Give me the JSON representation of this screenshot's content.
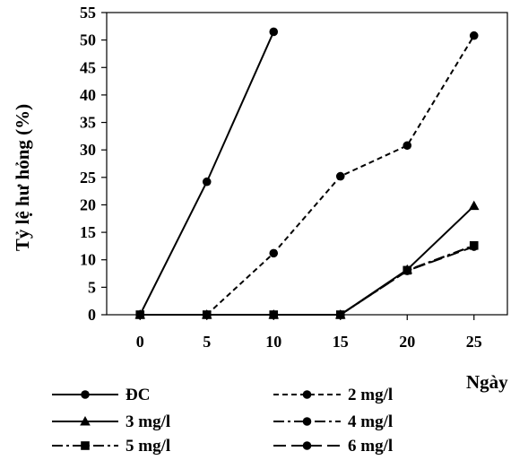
{
  "chart_data": {
    "type": "line",
    "title": "",
    "xlabel": "Ngày",
    "ylabel": "Tỷ lệ hư hỏng (%)",
    "x": [
      0,
      5,
      10,
      15,
      20,
      25
    ],
    "xlim": [
      -2.5,
      27.5
    ],
    "ylim": [
      0,
      55
    ],
    "yticks": [
      0,
      5,
      10,
      15,
      20,
      25,
      30,
      35,
      40,
      45,
      50,
      55
    ],
    "grid": false,
    "legend_position": "bottom",
    "series": [
      {
        "name": "ĐC",
        "x": [
          0,
          5,
          10
        ],
        "values": [
          0,
          24.2,
          51.5
        ],
        "dash": "solid",
        "marker": "circle",
        "color": "#000000"
      },
      {
        "name": "2 mg/l",
        "x": [
          5,
          10,
          15,
          20,
          25
        ],
        "values": [
          0,
          11.2,
          25.2,
          30.8,
          50.8
        ],
        "dash": "dashed",
        "marker": "circle",
        "color": "#000000"
      },
      {
        "name": "3 mg/l",
        "x": [
          0,
          5,
          10,
          15,
          20,
          25
        ],
        "values": [
          0,
          0,
          0,
          0,
          8.2,
          19.8
        ],
        "dash": "solid",
        "marker": "triangle",
        "color": "#000000"
      },
      {
        "name": "4 mg/l",
        "x": [
          0,
          5,
          10,
          15,
          20,
          25
        ],
        "values": [
          0,
          0,
          0,
          0,
          8.0,
          12.6
        ],
        "dash": "dashdot",
        "marker": "circle",
        "color": "#000000"
      },
      {
        "name": "5 mg/l",
        "x": [
          0,
          5,
          10,
          15,
          20,
          25
        ],
        "values": [
          0,
          0,
          0,
          0,
          8.1,
          12.6
        ],
        "dash": "dashdot",
        "marker": "square",
        "color": "#000000"
      },
      {
        "name": "6 mg/l",
        "x": [
          0,
          5,
          10,
          15,
          20,
          25
        ],
        "values": [
          0,
          0,
          0,
          0,
          8.0,
          12.4
        ],
        "dash": "longdash",
        "marker": "circle",
        "color": "#000000"
      }
    ]
  }
}
